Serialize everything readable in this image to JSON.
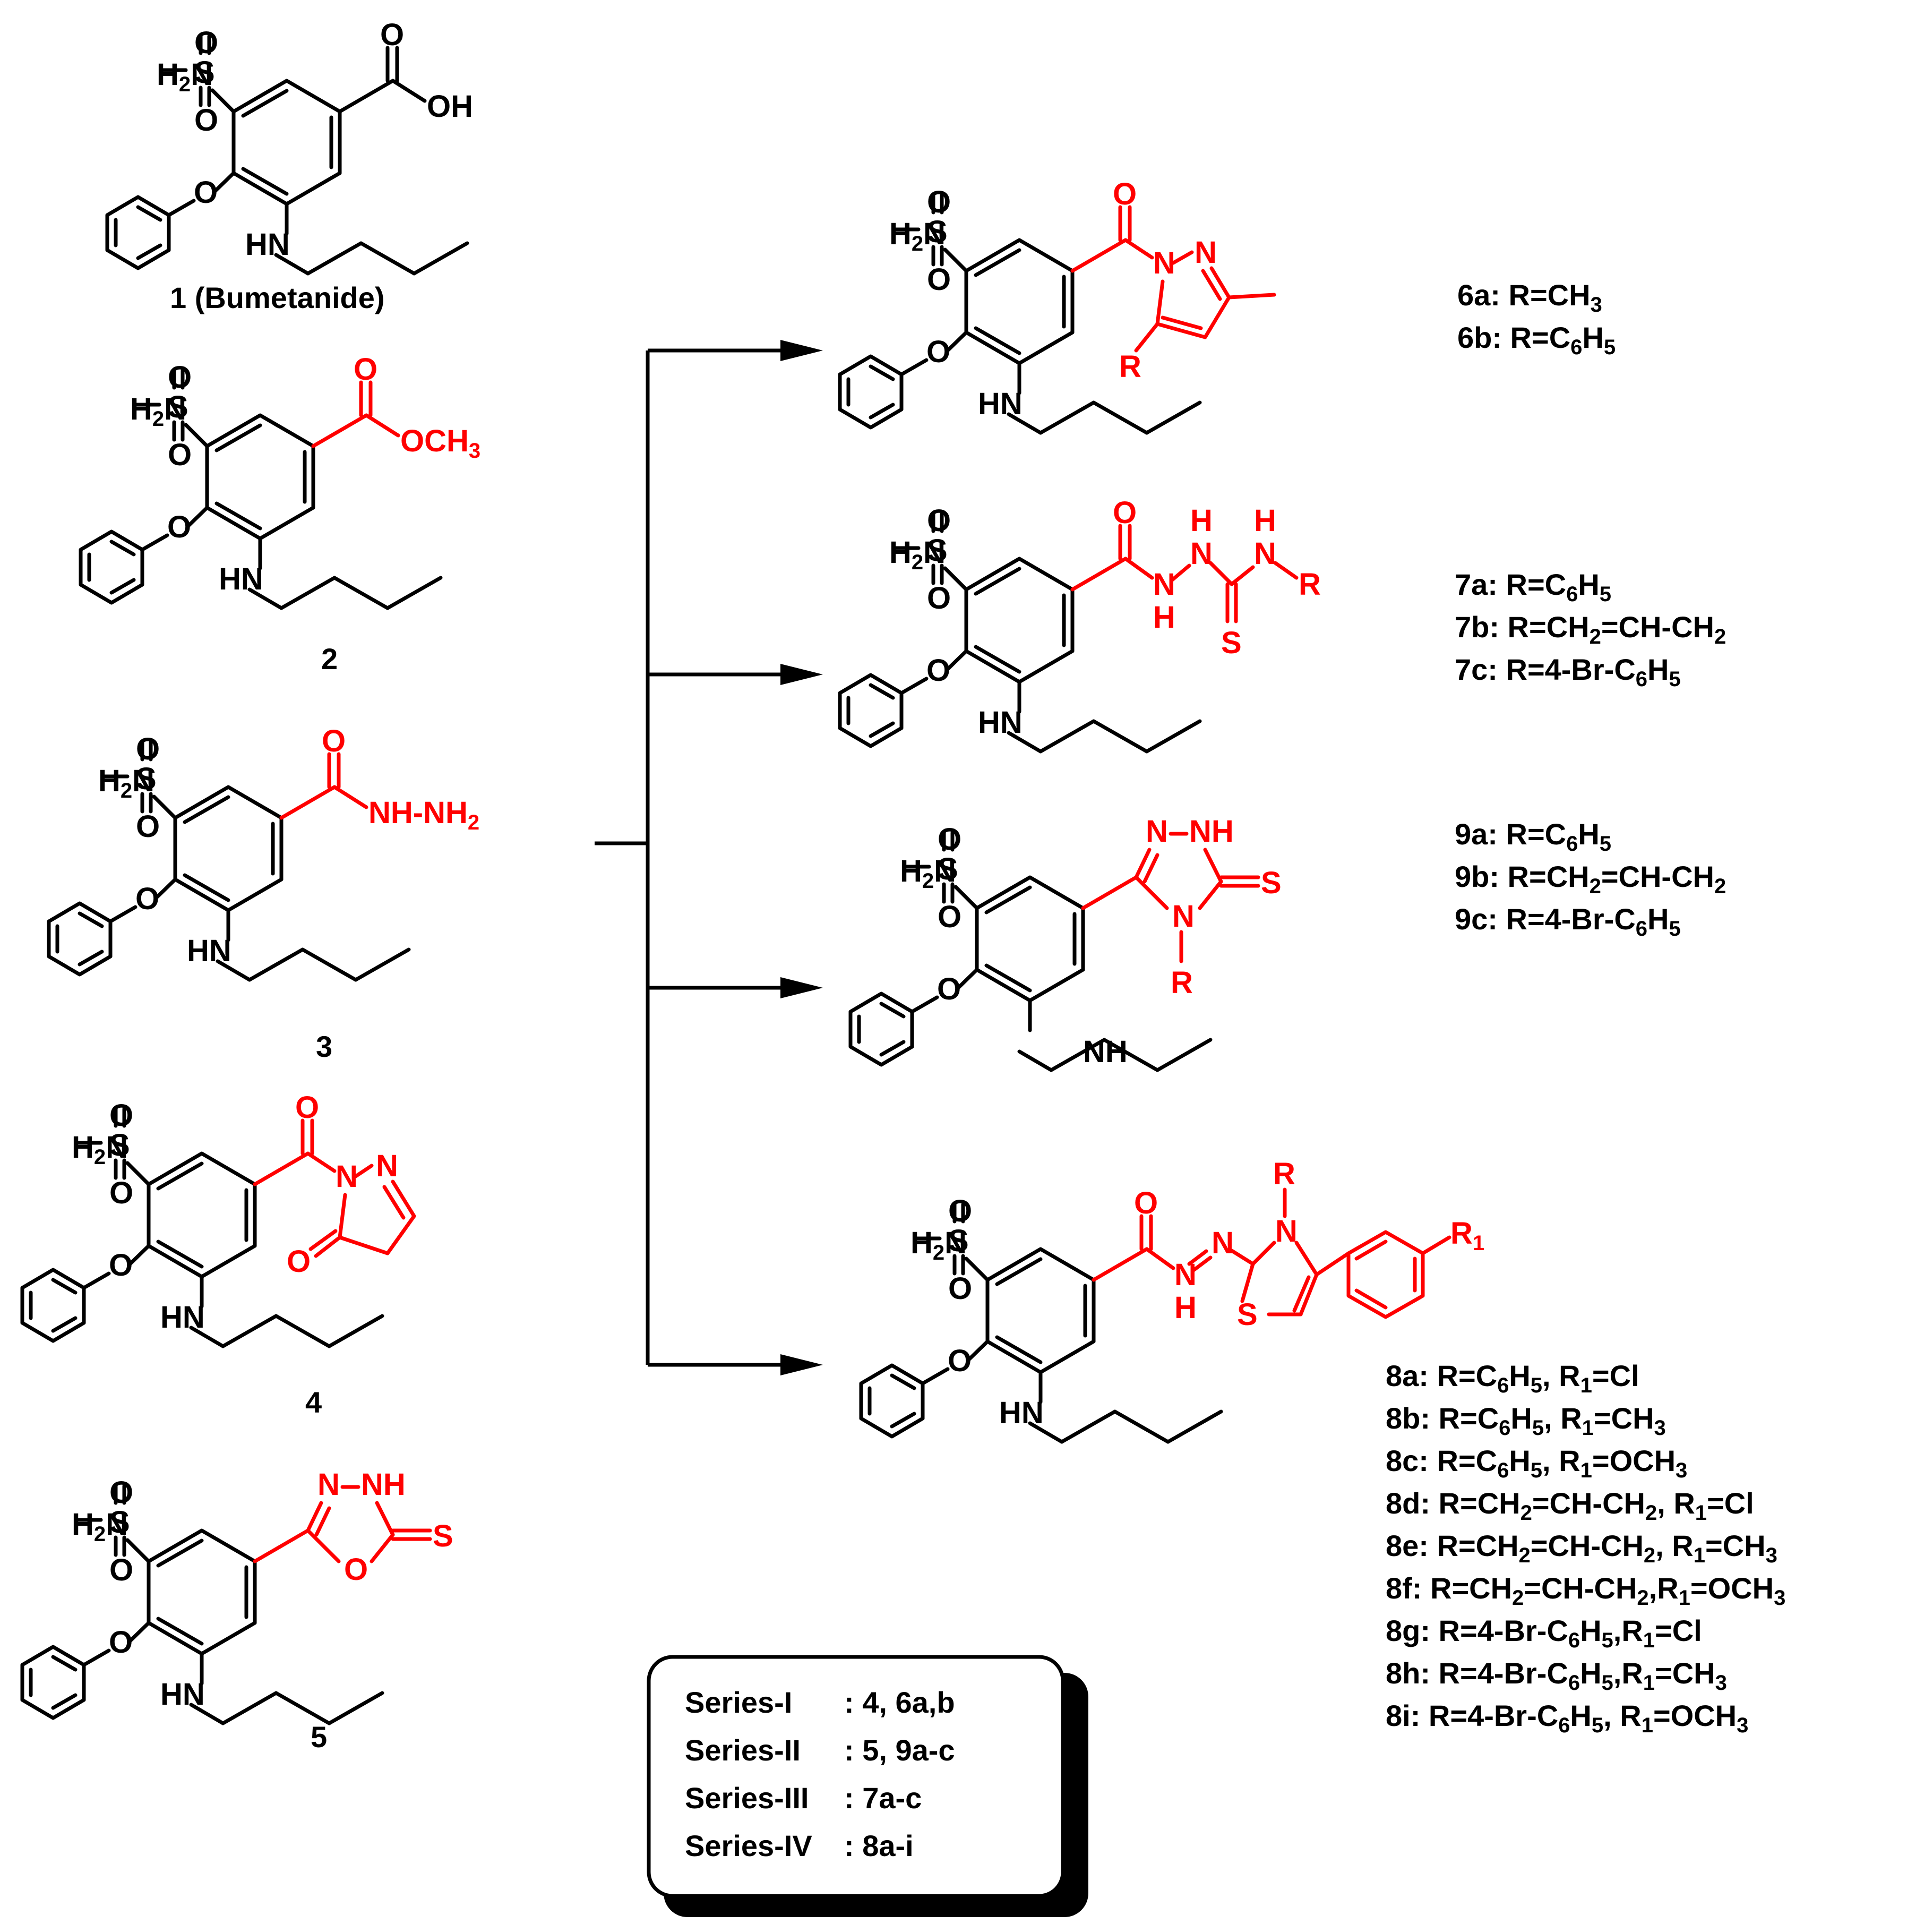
{
  "compounds": {
    "c1": {
      "label": "1 (Bumetanide)",
      "group": "COOH",
      "oh": "OH",
      "o": "O"
    },
    "c2": {
      "label": "2",
      "group": "OCH",
      "sub": "3",
      "o": "O"
    },
    "c3": {
      "label": "3",
      "group": "NH-NH",
      "sub": "2",
      "o": "O"
    },
    "c4": {
      "label": "4",
      "n": "N",
      "o": "O"
    },
    "c5": {
      "label": "5",
      "nh": "NH",
      "n": "N",
      "o": "O",
      "s": "S"
    },
    "c6": {
      "n": "N",
      "o": "O",
      "r": "R"
    },
    "c7": {
      "h": "H",
      "n": "N",
      "s": "S",
      "o": "O",
      "r": "R"
    },
    "c9": {
      "nh": "NH",
      "n": "N",
      "s": "S",
      "r": "R"
    },
    "c8": {
      "r": "R",
      "n": "N",
      "s": "S",
      "o": "O",
      "h": "H",
      "r1": "R",
      "r1sub": "1"
    }
  },
  "common": {
    "h2n": "H",
    "h2n_sub": "2",
    "h2n_n": "N",
    "s": "S",
    "o": "O",
    "hn": "HN",
    "nh": "NH"
  },
  "substituents": {
    "s6": [
      {
        "id": "6a",
        "text": "6a: R=CH",
        "sub": "3",
        "tail": ""
      },
      {
        "id": "6b",
        "text": "6b: R=C",
        "sub": "6",
        "tail": "H",
        "sub2": "5"
      }
    ],
    "s7": [
      "7a: R=C6H5",
      "7b: R=CH2=CH-CH2",
      "7c: R=4-Br-C6H5"
    ],
    "s9": [
      "9a: R=C6H5",
      "9b: R=CH2=CH-CH2",
      "9c: R=4-Br-C6H5"
    ],
    "s8": [
      "8a: R=C6H5, R1=Cl",
      "8b: R=C6H5, R1=CH3",
      "8c: R=C6H5, R1=OCH3",
      "8d: R=CH2=CH-CH2, R1=Cl",
      "8e: R=CH2=CH-CH2, R1=CH3",
      "8f: R=CH2=CH-CH2,R1=OCH3",
      "8g: R=4-Br-C6H5,R1=Cl",
      "8h: R=4-Br-C6H5,R1=CH3",
      "8i: R=4-Br-C6H5, R1=OCH3"
    ]
  },
  "series": [
    {
      "name": "Series-I",
      "members": ": 4, 6a,b"
    },
    {
      "name": "Series-II",
      "members": ": 5, 9a-c"
    },
    {
      "name": "Series-III",
      "members": ": 7a-c"
    },
    {
      "name": "Series-IV",
      "members": ": 8a-i"
    }
  ],
  "colors": {
    "modified": "#ff0000",
    "base": "#000000"
  }
}
